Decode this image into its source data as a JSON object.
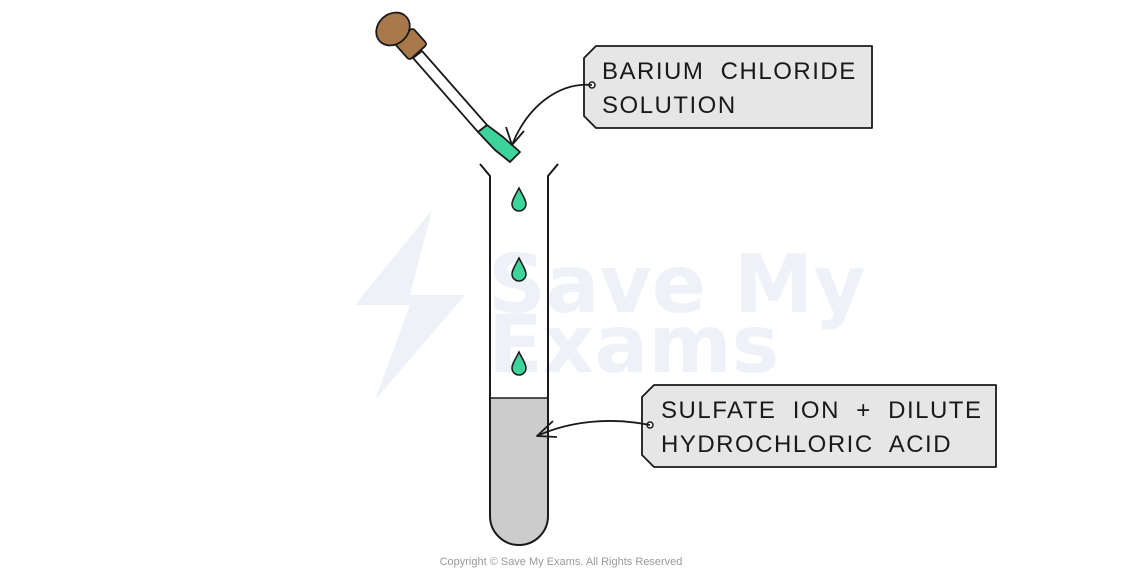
{
  "diagram": {
    "labels": {
      "reagent": {
        "line1": "BARIUM  CHLORIDE",
        "line2": "SOLUTION"
      },
      "sample": {
        "line1": "SULFATE  ION  +  DILUTE",
        "line2": "HYDROCHLORIC  ACID"
      }
    },
    "watermark": {
      "line1": "Save My",
      "line2": "Exams"
    },
    "copyright": "Copyright © Save My Exams. All Rights Reserved"
  },
  "colors": {
    "outline": "#1a1a1a",
    "label_box_fill": "#e6e6e6",
    "liquid_fill": "#cccccc",
    "drop_fill": "#3dd49b",
    "bulb_fill": "#a8784a",
    "watermark": "#eef2f8"
  },
  "icons": {
    "watermark_logo": "lightning-bolt-icon",
    "dropper": "pipette-icon"
  }
}
